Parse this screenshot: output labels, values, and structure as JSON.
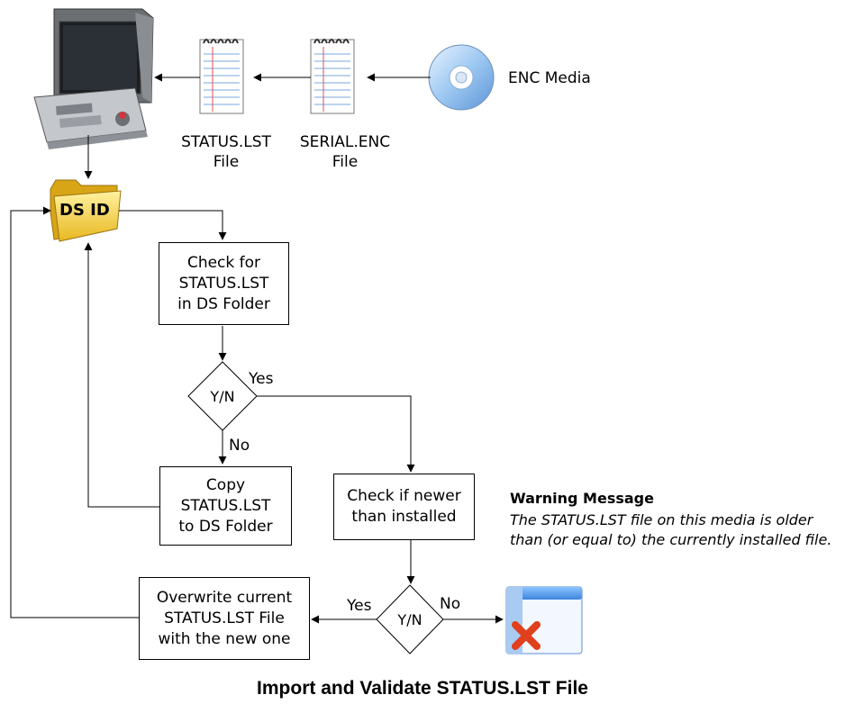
{
  "nodes": {
    "status_file": "STATUS.LST\nFile",
    "serial_file": "SERIAL.ENC\nFile",
    "enc_media": "ENC Media",
    "ds_id": "DS ID",
    "check_status": "Check for\nSTATUS.LST\nin DS Folder",
    "decision1": "Y/N",
    "copy_status": "Copy\nSTATUS.LST\nto DS Folder",
    "check_newer": "Check if newer\nthan installed",
    "decision2": "Y/N",
    "overwrite": "Overwrite current\nSTATUS.LST File\nwith the new one"
  },
  "edge_labels": {
    "d1_yes": "Yes",
    "d1_no": "No",
    "d2_yes": "Yes",
    "d2_no": "No"
  },
  "warning": {
    "title": "Warning Message",
    "body": "The STATUS.LST file on this media is older than (or equal to) the currently installed file."
  },
  "caption": "Import and Validate STATUS.LST File",
  "icons": {
    "terminal": "computer-terminal-icon",
    "notepad": "notepad-file-icon",
    "disc": "cd-disc-icon",
    "folder": "folder-icon",
    "error_window": "error-window-icon"
  },
  "colors": {
    "line": "#000000",
    "folder_yellow": "#f2d44a",
    "window_blue": "#5ea0e8",
    "error_red": "#e0401e"
  }
}
